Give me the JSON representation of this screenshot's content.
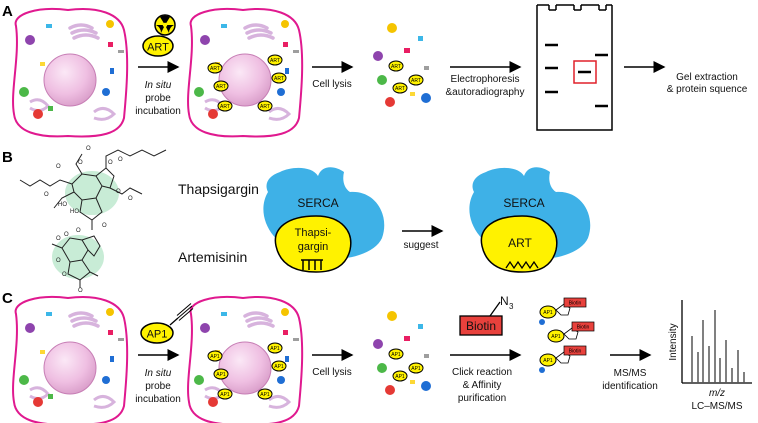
{
  "panels": {
    "a": "A",
    "b": "B",
    "c": "C"
  },
  "row_a": {
    "probe": "ART",
    "incubation": [
      "In situ",
      "probe",
      "incubation"
    ],
    "lysis": "Cell lysis",
    "electrophoresis": [
      "Electrophoresis",
      "&autoradiography"
    ],
    "extraction": [
      "Gel extraction",
      "& protein squence"
    ],
    "bound_label": "ART"
  },
  "row_b": {
    "compound1": "Thapsigargin",
    "compound2": "Artemisinin",
    "serca": "SERCA",
    "inhibitor1": [
      "Thapsi-",
      "gargin"
    ],
    "suggest": "suggest",
    "inhibitor2": "ART"
  },
  "row_c": {
    "probe": "AP1",
    "incubation": [
      "In situ",
      "probe",
      "incubation"
    ],
    "lysis": "Cell lysis",
    "azide": "N",
    "azide_sub": "3",
    "biotin": "Biotin",
    "click": [
      "Click reaction",
      "& Affinity",
      "purification"
    ],
    "msms": [
      "MS/MS",
      "identification"
    ],
    "bound_label": "AP1",
    "bead_label": "Biotin"
  },
  "spectrum": {
    "ylabel": "Intensity",
    "xlabel": "m/z",
    "caption": "LC–MS/MS"
  },
  "colors": {
    "membrane": "#e0198f",
    "nucleus": "#f2c6e6",
    "organelle": "#d7b3dd",
    "probe_yellow": "#fff200",
    "serca_blue": "#3eb1e7",
    "biotin_red": "#e8413c",
    "gel_red": "#e0202a"
  }
}
